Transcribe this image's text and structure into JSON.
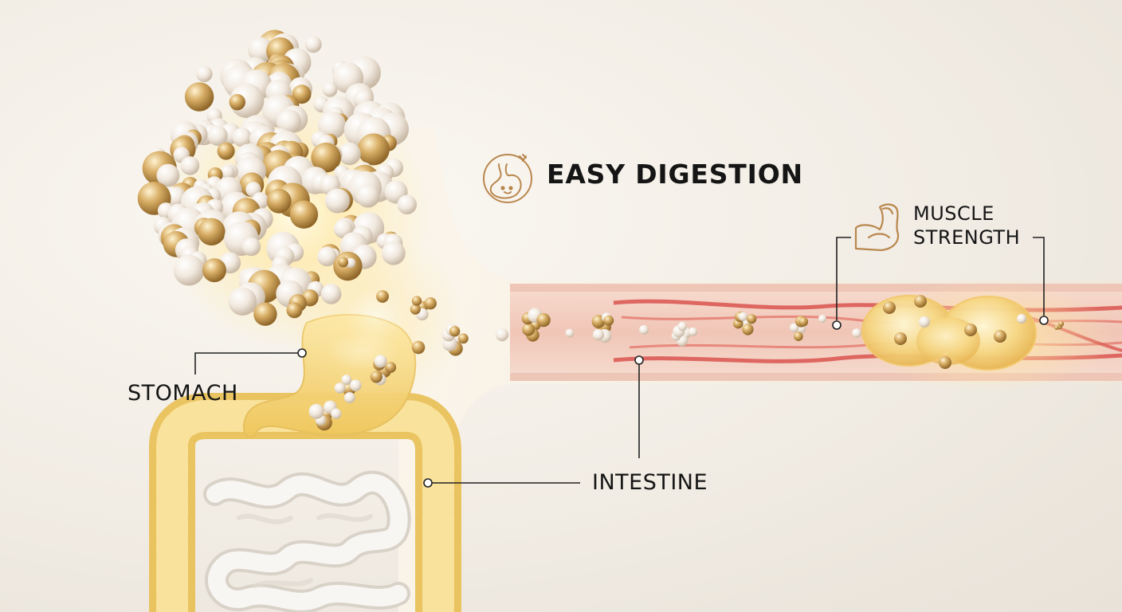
{
  "labels": {
    "stomach": "STOMACH",
    "intestine": "INTESTINE",
    "easy_digestion": "EASY DIGESTION",
    "muscle_line1": "MUSCLE",
    "muscle_line2": "STRENGTH"
  },
  "icons": {
    "digestion": "stomach-icon",
    "muscle": "flexed-arm-icon"
  },
  "colors": {
    "text": "#151515",
    "icon_stroke": "#b9874e",
    "organ_yellow": "#f3d27a",
    "intestine_white": "#f4f1ec",
    "vessel_red": "#d9534f",
    "protein_gold": "#c99a55",
    "protein_white": "#f3ece3"
  }
}
